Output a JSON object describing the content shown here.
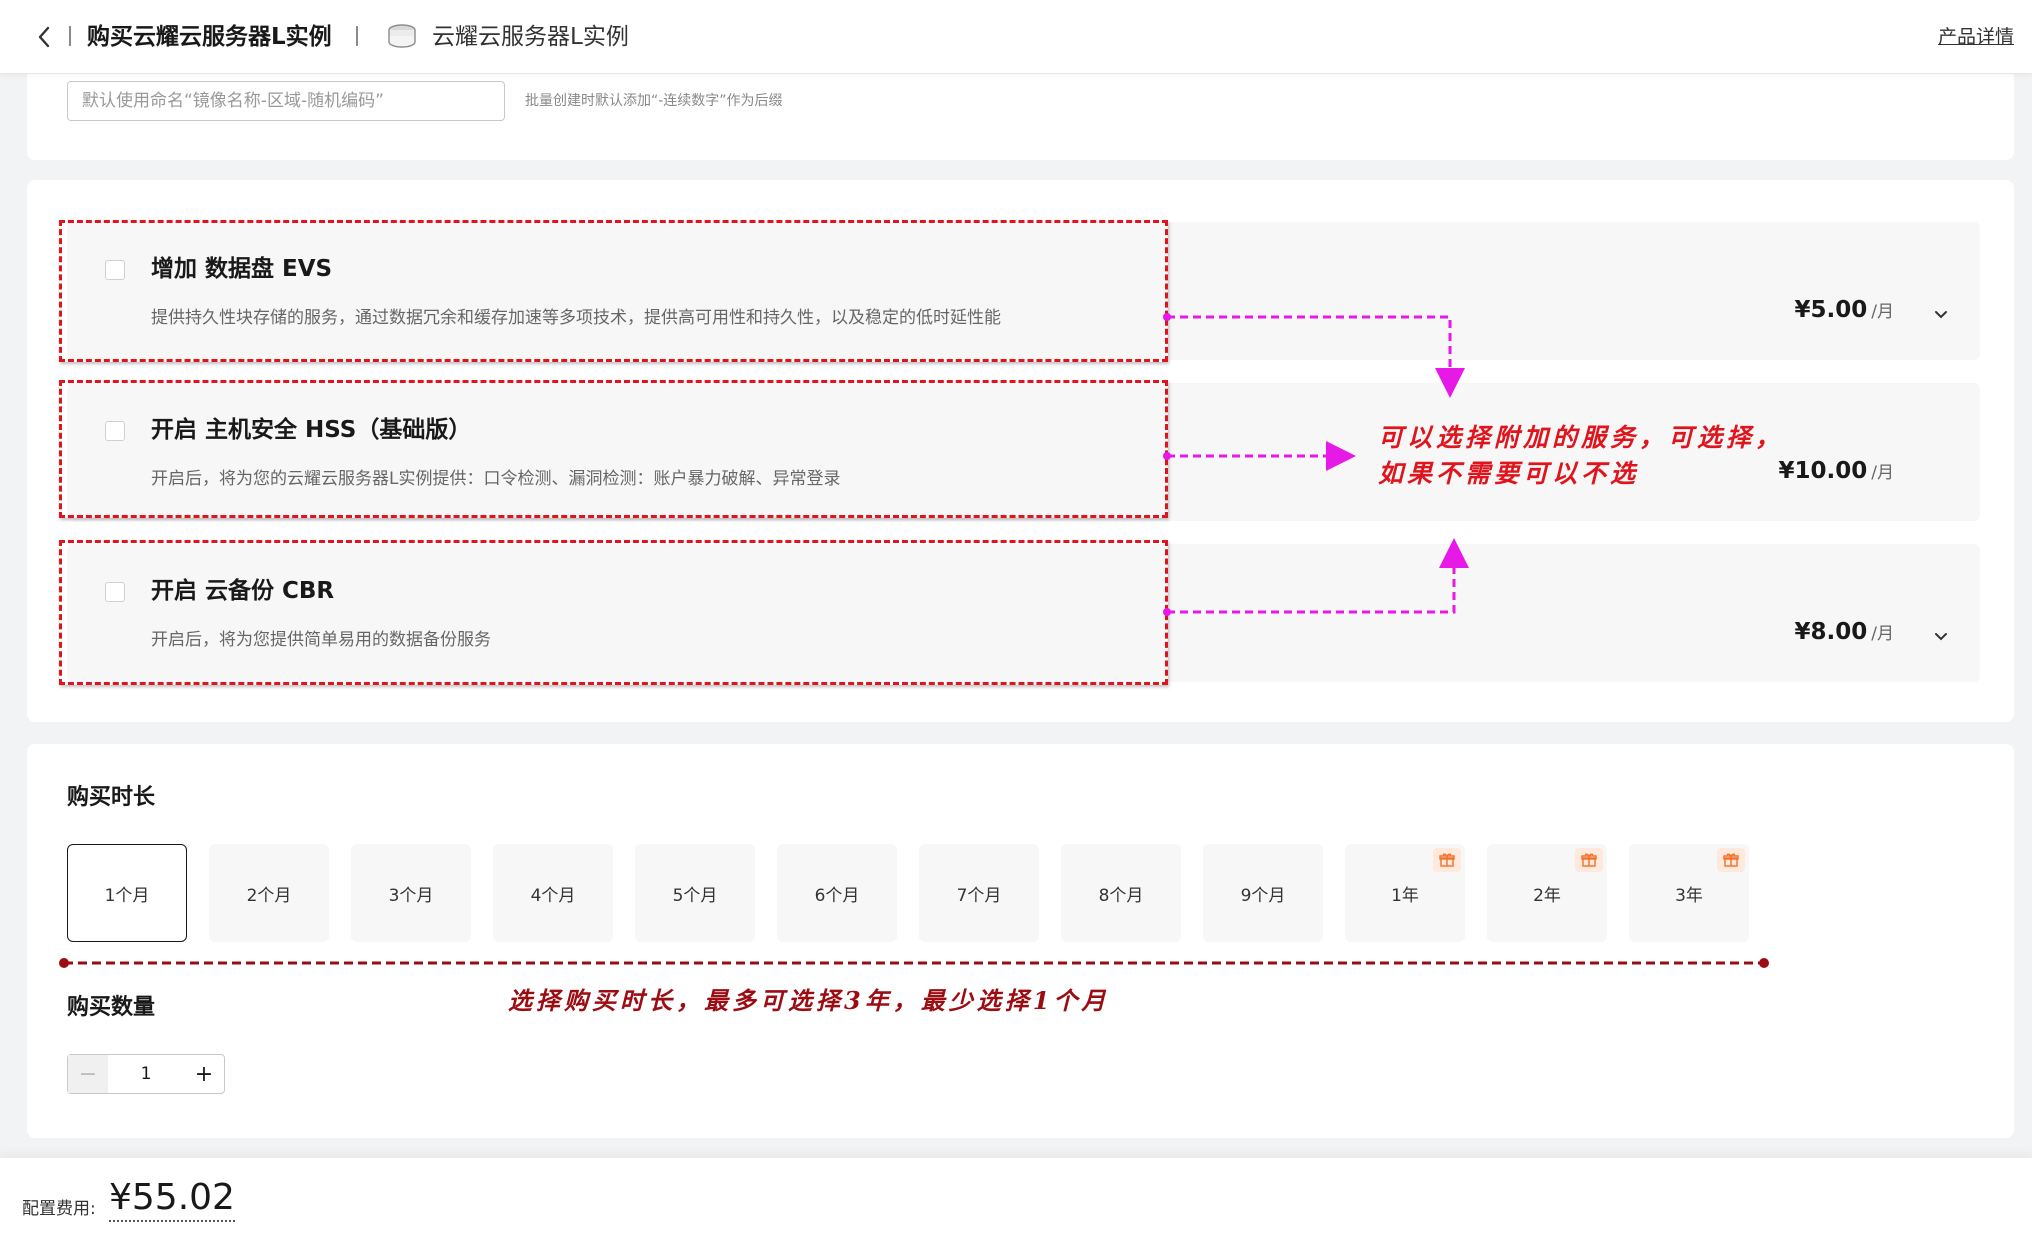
{
  "header": {
    "back_icon": "chevron-left-icon",
    "title": "购买云耀云服务器L实例",
    "product_icon": "server-stack-icon",
    "product_name": "云耀云服务器L实例",
    "detail_link": "产品详情"
  },
  "instance_name": {
    "placeholder": "默认使用命名“镜像名称-区域-随机编码”",
    "hint": "批量创建时默认添加“-连续数字”作为后缀"
  },
  "services": [
    {
      "title": "增加 数据盘 EVS",
      "desc": "提供持久性块存储的服务，通过数据冗余和缓存加速等多项技术，提供高可用性和持久性，以及稳定的低时延性能",
      "price": "¥5.00",
      "unit": "/月",
      "has_chevron": true
    },
    {
      "title": "开启 主机安全 HSS（基础版）",
      "desc": "开启后，将为您的云耀云服务器L实例提供：口令检测、漏洞检测：账户暴力破解、异常登录",
      "price": "¥10.00",
      "unit": "/月",
      "has_chevron": false
    },
    {
      "title": "开启 云备份 CBR",
      "desc": "开启后，将为您提供简单易用的数据备份服务",
      "price": "¥8.00",
      "unit": "/月",
      "has_chevron": true
    }
  ],
  "annotations": {
    "services_note_line1": "可以选择附加的服务，可选择，",
    "services_note_line2": "如果不需要可以不选",
    "duration_note": "选择购买时长，最多可选择3年，最少选择1个月",
    "box_color": "#e0141c",
    "arrow_color": "#e619e6",
    "duration_line_color": "#9b0d12"
  },
  "duration": {
    "label": "购买时长",
    "options": [
      {
        "label": "1个月",
        "selected": true,
        "gift": false
      },
      {
        "label": "2个月",
        "selected": false,
        "gift": false
      },
      {
        "label": "3个月",
        "selected": false,
        "gift": false
      },
      {
        "label": "4个月",
        "selected": false,
        "gift": false
      },
      {
        "label": "5个月",
        "selected": false,
        "gift": false
      },
      {
        "label": "6个月",
        "selected": false,
        "gift": false
      },
      {
        "label": "7个月",
        "selected": false,
        "gift": false
      },
      {
        "label": "8个月",
        "selected": false,
        "gift": false
      },
      {
        "label": "9个月",
        "selected": false,
        "gift": false
      },
      {
        "label": "1年",
        "selected": false,
        "gift": true
      },
      {
        "label": "2年",
        "selected": false,
        "gift": true
      },
      {
        "label": "3年",
        "selected": false,
        "gift": true
      }
    ]
  },
  "quantity": {
    "label": "购买数量",
    "value": "1",
    "dec": "−",
    "inc": "+"
  },
  "footer": {
    "fee_label": "配置费用:",
    "fee_value": "¥55.02"
  }
}
